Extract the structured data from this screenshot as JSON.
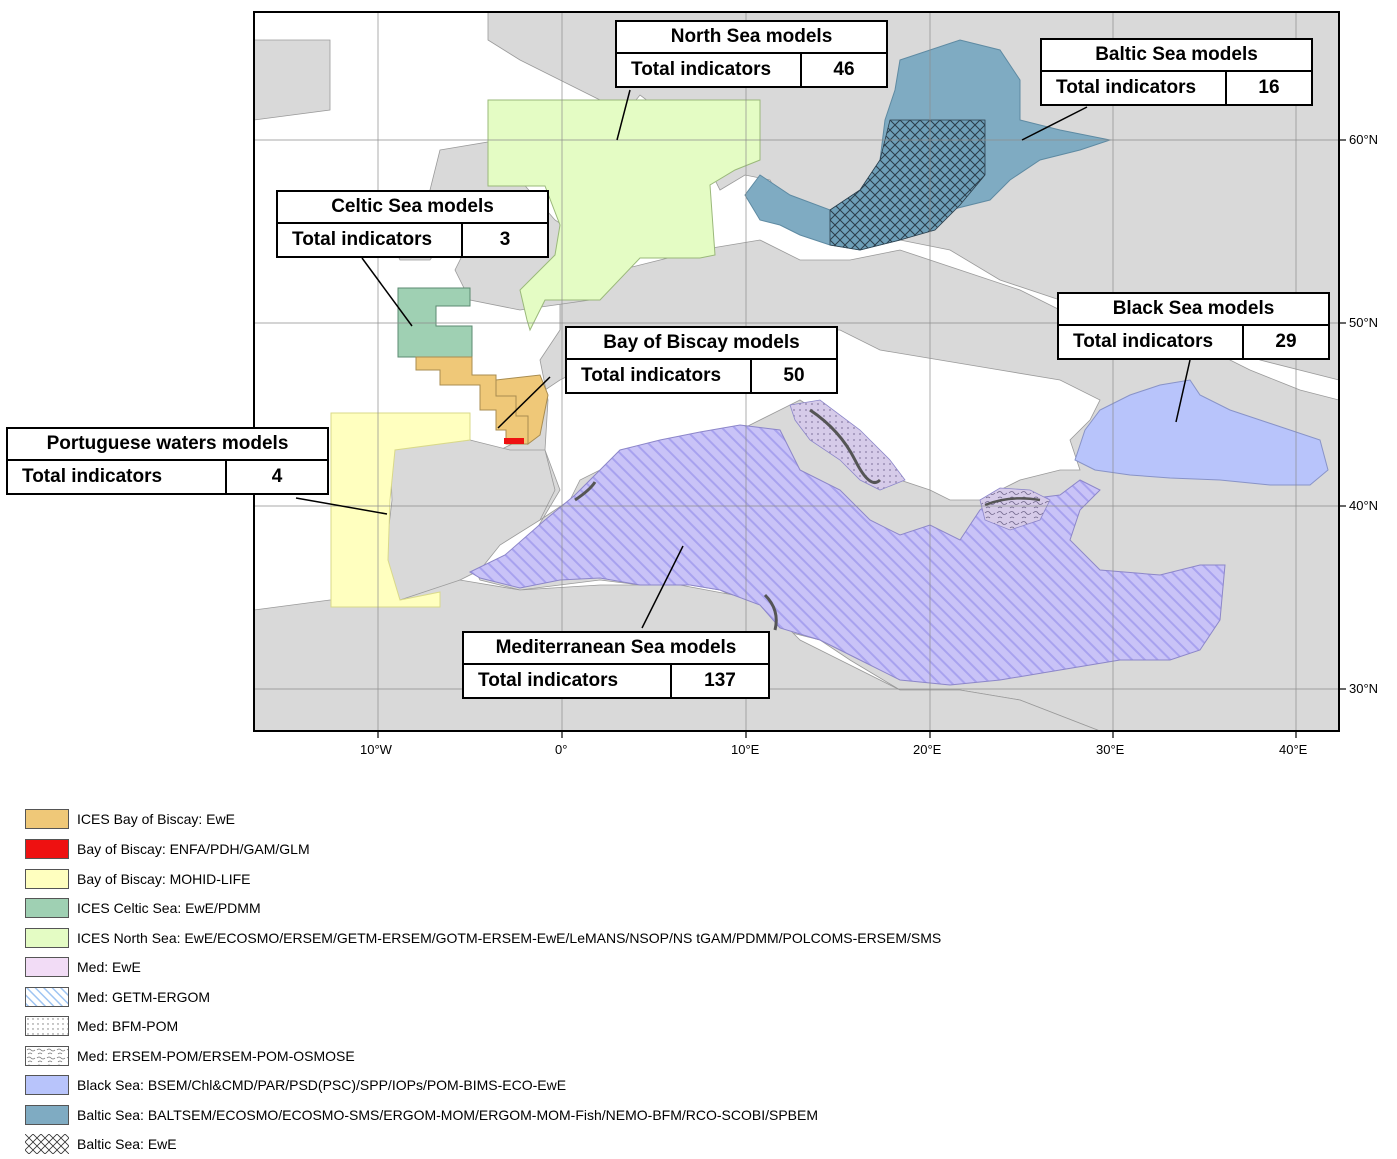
{
  "map": {
    "lon_ticks": [
      "10°W",
      "0°",
      "10°E",
      "20°E",
      "30°E",
      "40°E"
    ],
    "lat_ticks": [
      "60°N",
      "50°N",
      "40°N",
      "30°N"
    ],
    "colors": {
      "sea": "#ffffff",
      "land": "#d9d9d9",
      "frame": "#000000",
      "bay_of_biscay_ewe": "#efc878",
      "bay_of_biscay_enfa": "#ee1111",
      "mohid_life": "#ffffbf",
      "celtic_sea": "#9fd0b3",
      "north_sea": "#e4fcc4",
      "med_ewe": "#e9d0f4",
      "med_getm": "#b7b8fa",
      "black_sea": "#b8c4fb",
      "baltic_sea": "#7fabc2"
    },
    "callouts": [
      {
        "title": "North Sea models",
        "label": "Total indicators",
        "value": "46"
      },
      {
        "title": "Baltic Sea models",
        "label": "Total indicators",
        "value": "16"
      },
      {
        "title": "Celtic Sea models",
        "label": "Total indicators",
        "value": "3"
      },
      {
        "title": "Bay of Biscay models",
        "label": "Total indicators",
        "value": "50"
      },
      {
        "title": "Black Sea models",
        "label": "Total indicators",
        "value": "29"
      },
      {
        "title": "Portuguese waters models",
        "label": "Total indicators",
        "value": "4"
      },
      {
        "title": "Mediterranean Sea models",
        "label": "Total indicators",
        "value": "137"
      }
    ]
  },
  "legend": [
    {
      "label": "ICES Bay of Biscay: EwE",
      "swatch": "solid",
      "color": "#efc878"
    },
    {
      "label": "Bay of Biscay: ENFA/PDH/GAM/GLM",
      "swatch": "solid",
      "color": "#ee1111"
    },
    {
      "label": "Bay of Biscay: MOHID-LIFE",
      "swatch": "solid",
      "color": "#ffffbf"
    },
    {
      "label": "ICES Celtic Sea: EwE/PDMM",
      "swatch": "solid",
      "color": "#9fd0b3"
    },
    {
      "label": "ICES North Sea: EwE/ECOSMO/ERSEM/GETM-ERSEM/GOTM-ERSEM-EwE/LeMANS/NSOP/NS tGAM/PDMM/POLCOMS-ERSEM/SMS",
      "swatch": "solid",
      "color": "#e4fcc4"
    },
    {
      "label": "Med: EwE",
      "swatch": "solid",
      "color": "#f2dcf6"
    },
    {
      "label": "Med: GETM-ERGOM",
      "swatch": "diagonal-hatch",
      "color": "#9ec4f2"
    },
    {
      "label": "Med: BFM-POM",
      "swatch": "dots",
      "color": "#777777"
    },
    {
      "label": "Med: ERSEM-POM/ERSEM-POM-OSMOSE",
      "swatch": "scribble",
      "color": "#777777"
    },
    {
      "label": "Black Sea: BSEM/Chl&CMD/PAR/PSD(PSC)/SPP/IOPs/POM-BIMS-ECO-EwE",
      "swatch": "solid",
      "color": "#b8c4fb"
    },
    {
      "label": "Baltic Sea: BALTSEM/ECOSMO/ECOSMO-SMS/ERGOM-MOM/ERGOM-MOM-Fish/NEMO-BFM/RCO-SCOBI/SPBEM",
      "swatch": "solid",
      "color": "#7fabc2"
    },
    {
      "label": "Baltic Sea: EwE",
      "swatch": "crosshatch",
      "color": "#333333"
    }
  ]
}
